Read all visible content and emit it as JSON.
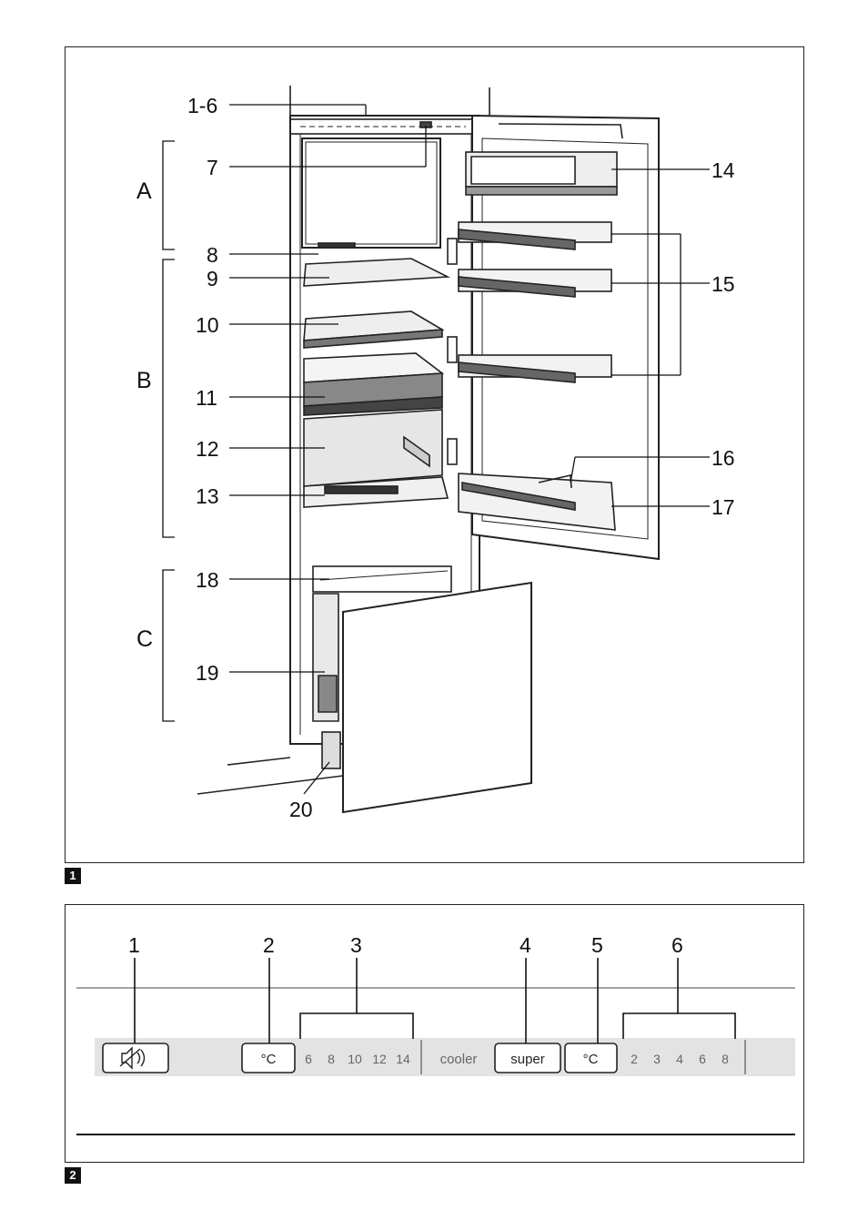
{
  "figure1": {
    "number": "1",
    "callouts": {
      "c1_6": "1-6",
      "c7": "7",
      "c8": "8",
      "c9": "9",
      "c10": "10",
      "c11": "11",
      "c12": "12",
      "c13": "13",
      "c14": "14",
      "c15": "15",
      "c16": "16",
      "c17": "17",
      "c18": "18",
      "c19": "19",
      "c20": "20"
    },
    "sections": {
      "a": "A",
      "b": "B",
      "c": "C"
    }
  },
  "figure2": {
    "number": "2",
    "callouts": {
      "n1": "1",
      "n2": "2",
      "n3": "3",
      "n4": "4",
      "n5": "5",
      "n6": "6"
    },
    "panel": {
      "alarm_icon": "speaker-mute-icon",
      "cooler_temp_button": "°C",
      "cooler_scale": [
        "6",
        "8",
        "10",
        "12",
        "14"
      ],
      "cooler_label": "cooler",
      "super_button": "super",
      "freezer_temp_button": "°C",
      "freezer_scale": [
        "2",
        "3",
        "4",
        "6",
        "8"
      ]
    }
  }
}
